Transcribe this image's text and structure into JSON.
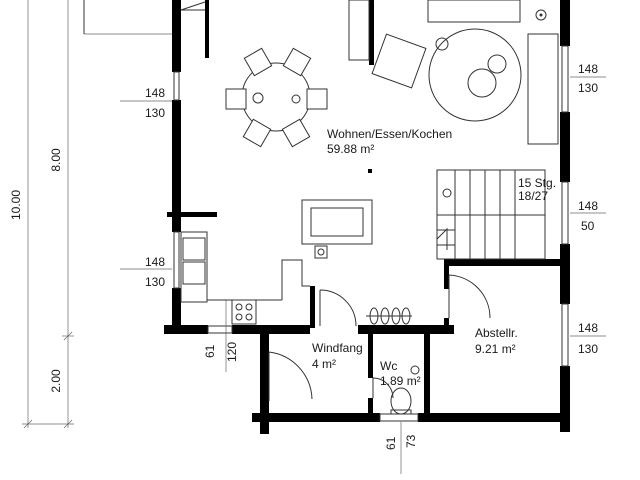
{
  "rooms": {
    "living": {
      "name": "Wohnen/Essen/Kochen",
      "area": "59.88 m²"
    },
    "entry": {
      "name": "Windfang",
      "area": "4 m²"
    },
    "wc": {
      "name": "Wc",
      "area": "1.89 m²"
    },
    "storage": {
      "name": "Abstellr.",
      "area": "9.21 m²"
    }
  },
  "stairs": {
    "steps": "15 Stg.",
    "ratio": "18/27"
  },
  "windows": {
    "w1": {
      "top": "148",
      "bottom": "130"
    },
    "w2": {
      "top": "148",
      "bottom": "130"
    },
    "w3": {
      "top": "148",
      "bottom": "130"
    },
    "w4": {
      "top": "148",
      "bottom": "50"
    },
    "w5": {
      "top": "148",
      "bottom": "130"
    }
  },
  "dimensions": {
    "overall": "10.00",
    "upper": "8.00",
    "lower": "2.00",
    "wall_left_a": "61",
    "wall_left_b": "120",
    "wall_bottom_a": "61",
    "wall_bottom_b": "73"
  }
}
